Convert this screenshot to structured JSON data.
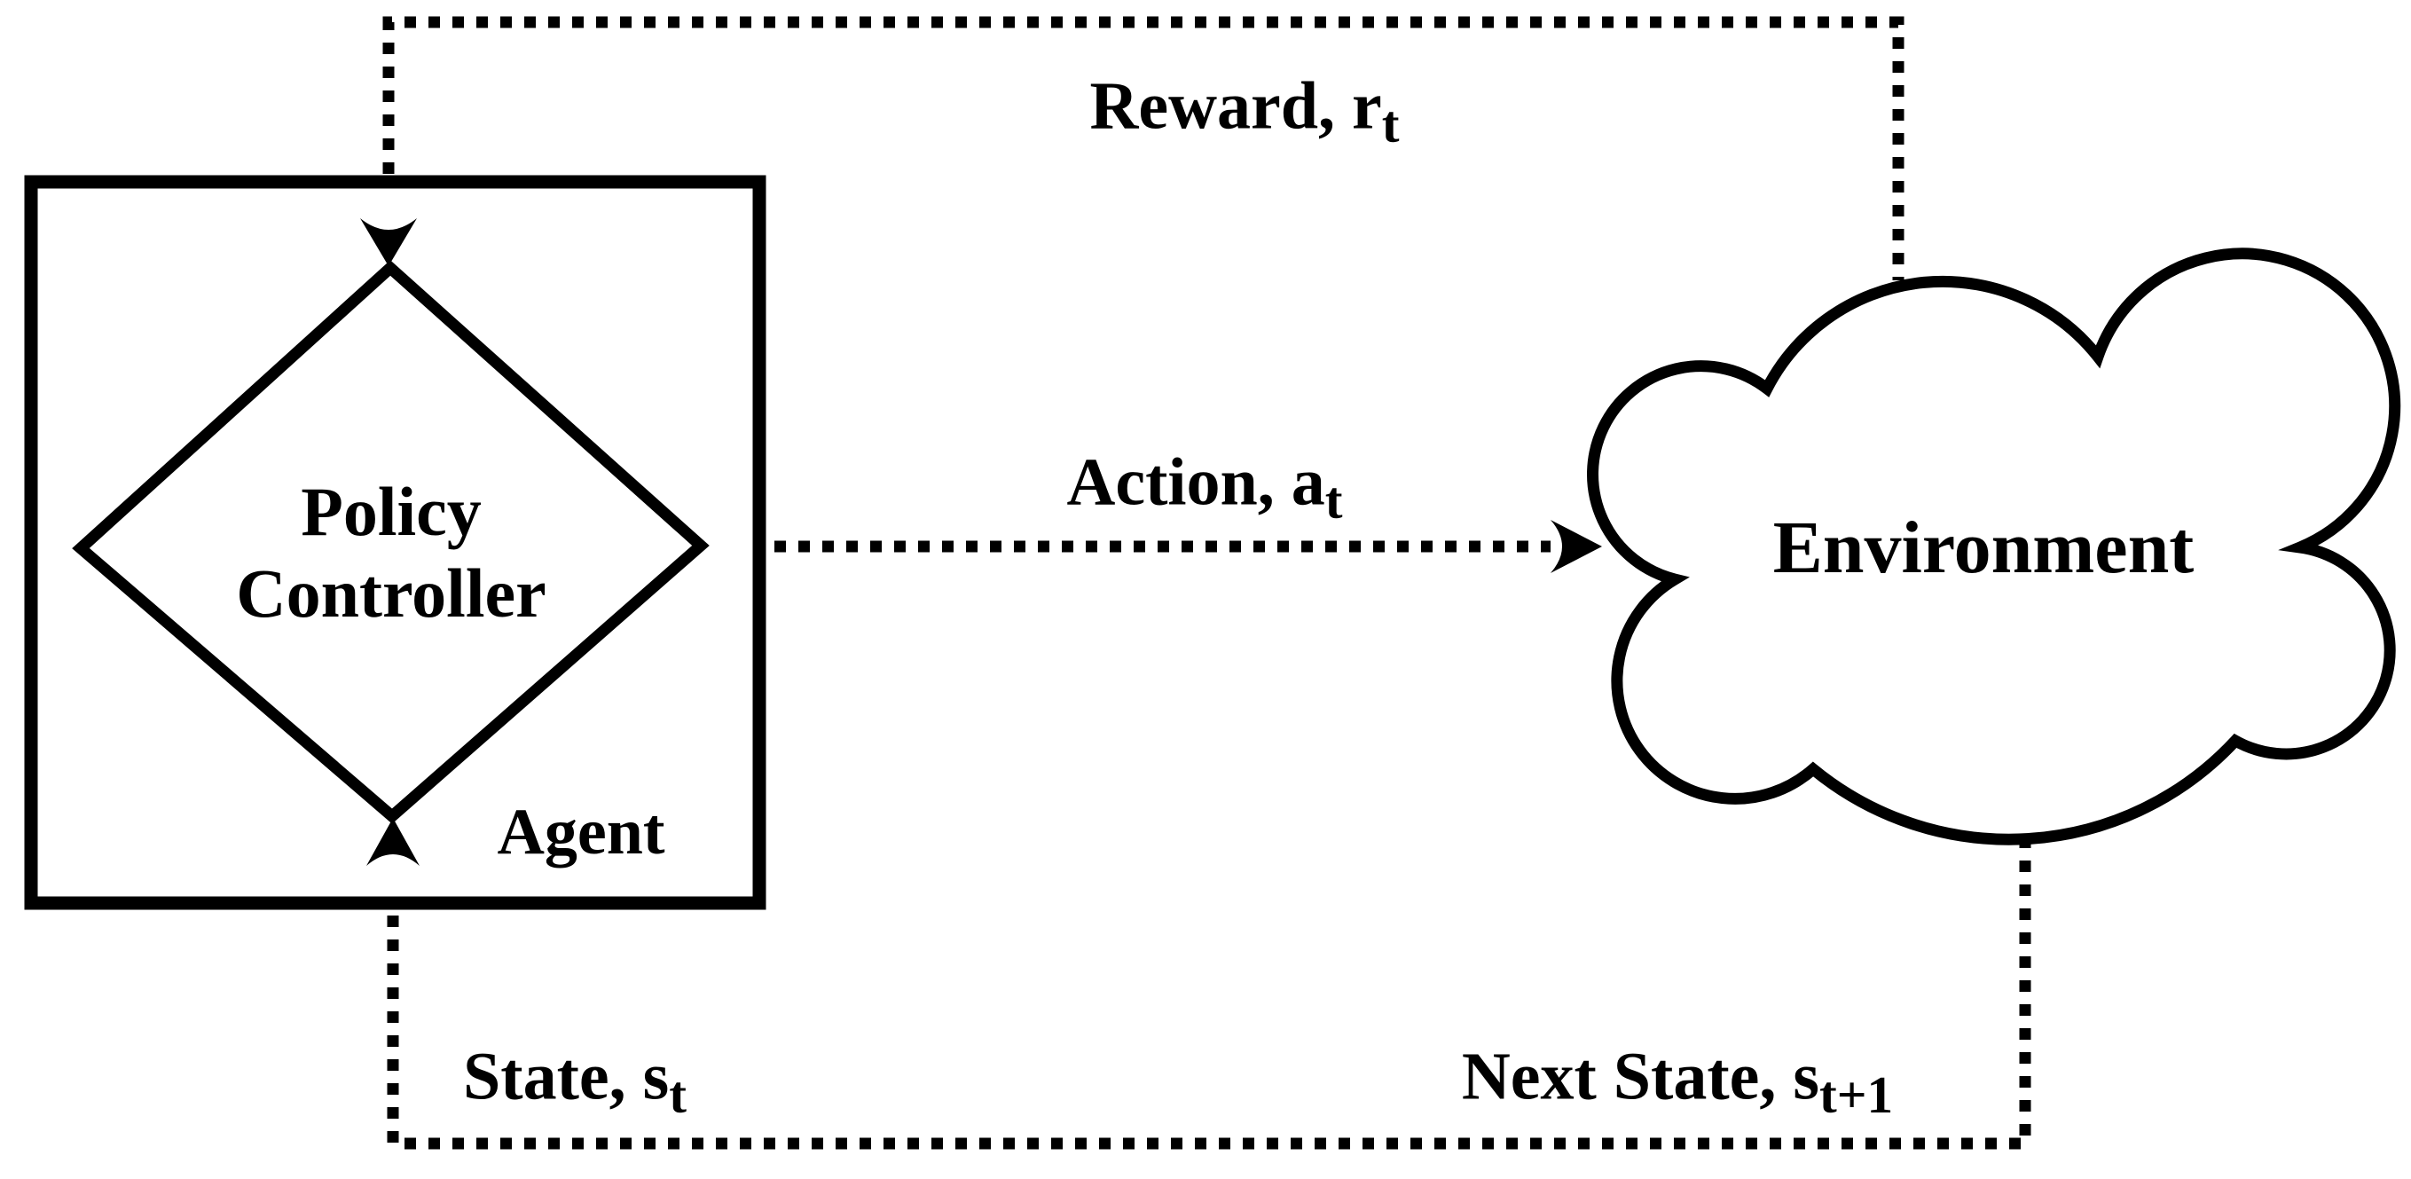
{
  "colors": {
    "background": "#ffffff",
    "line": "#000000",
    "text": "#000000"
  },
  "nodes": {
    "agent": {
      "label": "Agent",
      "shape": "rectangle"
    },
    "policy_controller": {
      "line1": "Policy",
      "line2": "Controller",
      "shape": "diamond"
    },
    "environment": {
      "label": "Environment",
      "shape": "cloud"
    }
  },
  "edges": {
    "reward": {
      "prefix": "Reward, r",
      "sub": "t",
      "style": "dotted",
      "direction": "environment-to-agent"
    },
    "action": {
      "prefix": "Action, a",
      "sub": "t",
      "style": "dotted",
      "direction": "agent-to-environment"
    },
    "state": {
      "prefix": "State, s",
      "sub": "t",
      "style": "dotted",
      "direction": "into-agent"
    },
    "next_state": {
      "prefix": "Next State, s",
      "sub": "t+1",
      "style": "dotted",
      "direction": "out-of-environment"
    }
  }
}
